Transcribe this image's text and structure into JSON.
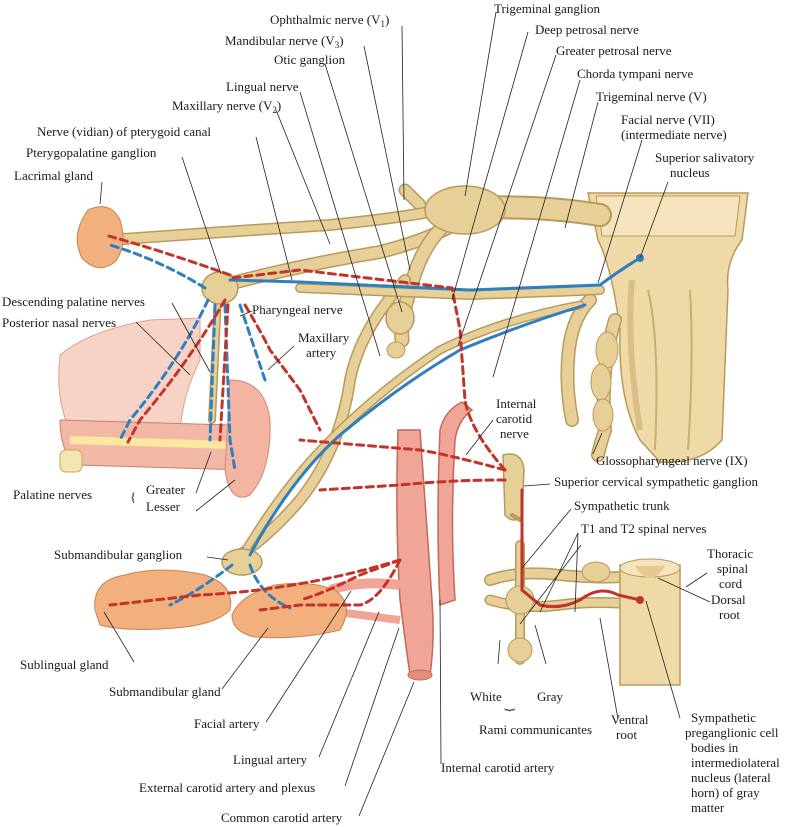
{
  "labels": {
    "ophthalmic_nerve": "Ophthalmic nerve (V",
    "ophthalmic_sub": "1",
    "mandibular_nerve": "Mandibular nerve (V",
    "mandibular_sub": "3",
    "otic_ganglion": "Otic ganglion",
    "lingual_nerve": "Lingual nerve",
    "maxillary_nerve": "Maxillary nerve (V",
    "maxillary_sub": "2",
    "nerve_pterygoid_canal": "Nerve (vidian) of pterygoid canal",
    "pterygopalatine_ganglion": "Pterygopalatine ganglion",
    "lacrimal_gland": "Lacrimal gland",
    "trigeminal_ganglion": "Trigeminal ganglion",
    "deep_petrosal_nerve": "Deep petrosal nerve",
    "greater_petrosal_nerve": "Greater petrosal nerve",
    "chorda_tympani_nerve": "Chorda tympani nerve",
    "trigeminal_nerve": "Trigeminal nerve (V)",
    "facial_nerve_1": "Facial nerve (VII)",
    "facial_nerve_2": "(intermediate nerve)",
    "superior_salivatory_1": "Superior salivatory",
    "superior_salivatory_2": "nucleus",
    "descending_palatine": "Descending palatine nerves",
    "posterior_nasal": "Posterior nasal nerves",
    "pharyngeal_nerve": "Pharyngeal nerve",
    "maxillary_artery_1": "Maxillary",
    "maxillary_artery_2": "artery",
    "internal_carotid_nerve_1": "Internal",
    "internal_carotid_nerve_2": "carotid",
    "internal_carotid_nerve_3": "nerve",
    "glossopharyngeal": "Glossopharyngeal nerve (IX)",
    "superior_cervical": "Superior cervical sympathetic ganglion",
    "palatine_nerves": "Palatine nerves",
    "greater": "Greater",
    "lesser": "Lesser",
    "sympathetic_trunk": "Sympathetic trunk",
    "t1_t2": "T1 and T2 spinal nerves",
    "submandibular_ganglion": "Submandibular ganglion",
    "thoracic_1": "Thoracic",
    "thoracic_2": "spinal",
    "thoracic_3": "cord",
    "dorsal_1": "Dorsal",
    "dorsal_2": "root",
    "sublingual_gland": "Sublingual gland",
    "submandibular_gland": "Submandibular gland",
    "white": "White",
    "gray": "Gray",
    "rami": "Rami communicantes",
    "ventral_1": "Ventral",
    "ventral_2": "root",
    "facial_artery": "Facial artery",
    "lingual_artery": "Lingual artery",
    "external_carotid": "External carotid artery and plexus",
    "internal_carotid_artery": "Internal carotid artery",
    "common_carotid": "Common carotid artery",
    "symp_1": "Sympathetic",
    "symp_2": "preganglionic cell",
    "symp_3": "bodies in",
    "symp_4": "intermediolateral",
    "symp_5": "nucleus (lateral",
    "symp_6": "horn) of gray",
    "symp_7": "matter"
  },
  "colors": {
    "nerve_fill": "#e7cf98",
    "nerve_edge": "#b99a5c",
    "parasympathetic": "#2f7fc0",
    "sympathetic": "#c0342a",
    "artery": "#f0a596",
    "gland": "#f3b07f"
  }
}
